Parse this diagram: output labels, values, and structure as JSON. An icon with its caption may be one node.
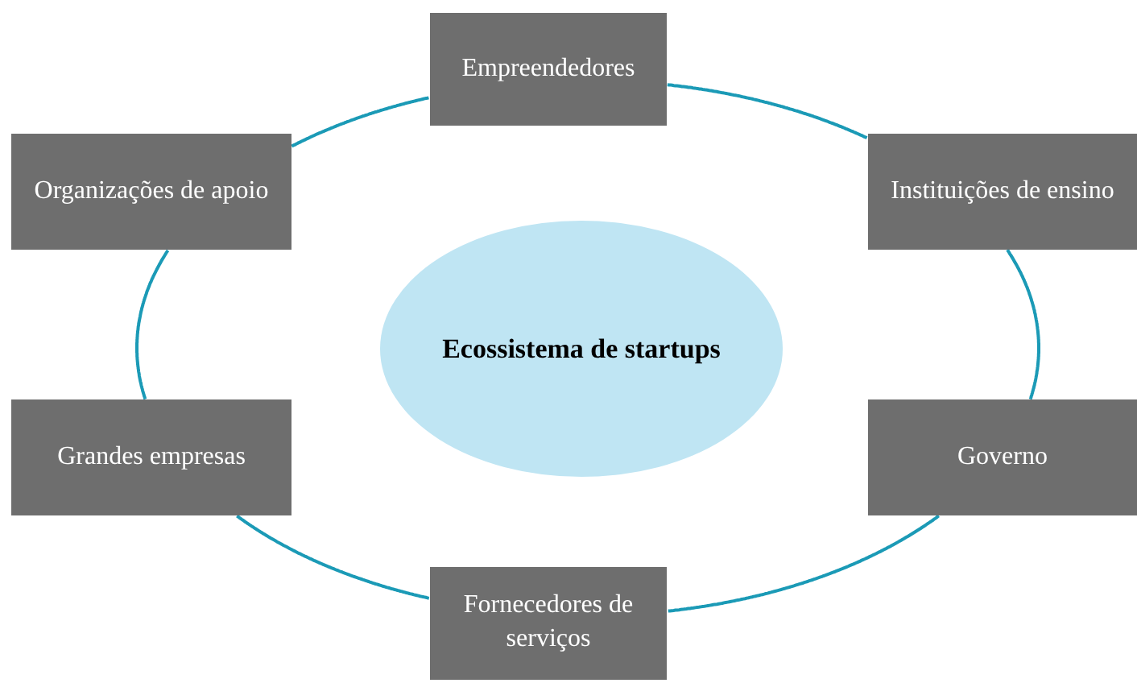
{
  "diagram": {
    "nodes": [
      {
        "text": [
          "Empreendedores"
        ]
      },
      {
        "text": [
          "Organizações de apoio"
        ]
      },
      {
        "text": [
          "Instituições de ensino"
        ]
      },
      {
        "text": [
          "Ecossistema de startups"
        ]
      },
      {
        "text": [
          "Grandes empresas"
        ]
      },
      {
        "text": [
          "Governo"
        ]
      },
      {
        "text": [
          "Fornecedores de serviços"
        ]
      }
    ],
    "edges": [
      {
        "from": 0,
        "to": 2,
        "arrow": "none"
      },
      {
        "from": 2,
        "to": 5,
        "arrow": "none"
      },
      {
        "from": 5,
        "to": 6,
        "arrow": "none"
      },
      {
        "from": 6,
        "to": 4,
        "arrow": "none"
      },
      {
        "from": 4,
        "to": 1,
        "arrow": "none"
      },
      {
        "from": 1,
        "to": 0,
        "arrow": "none"
      }
    ]
  }
}
